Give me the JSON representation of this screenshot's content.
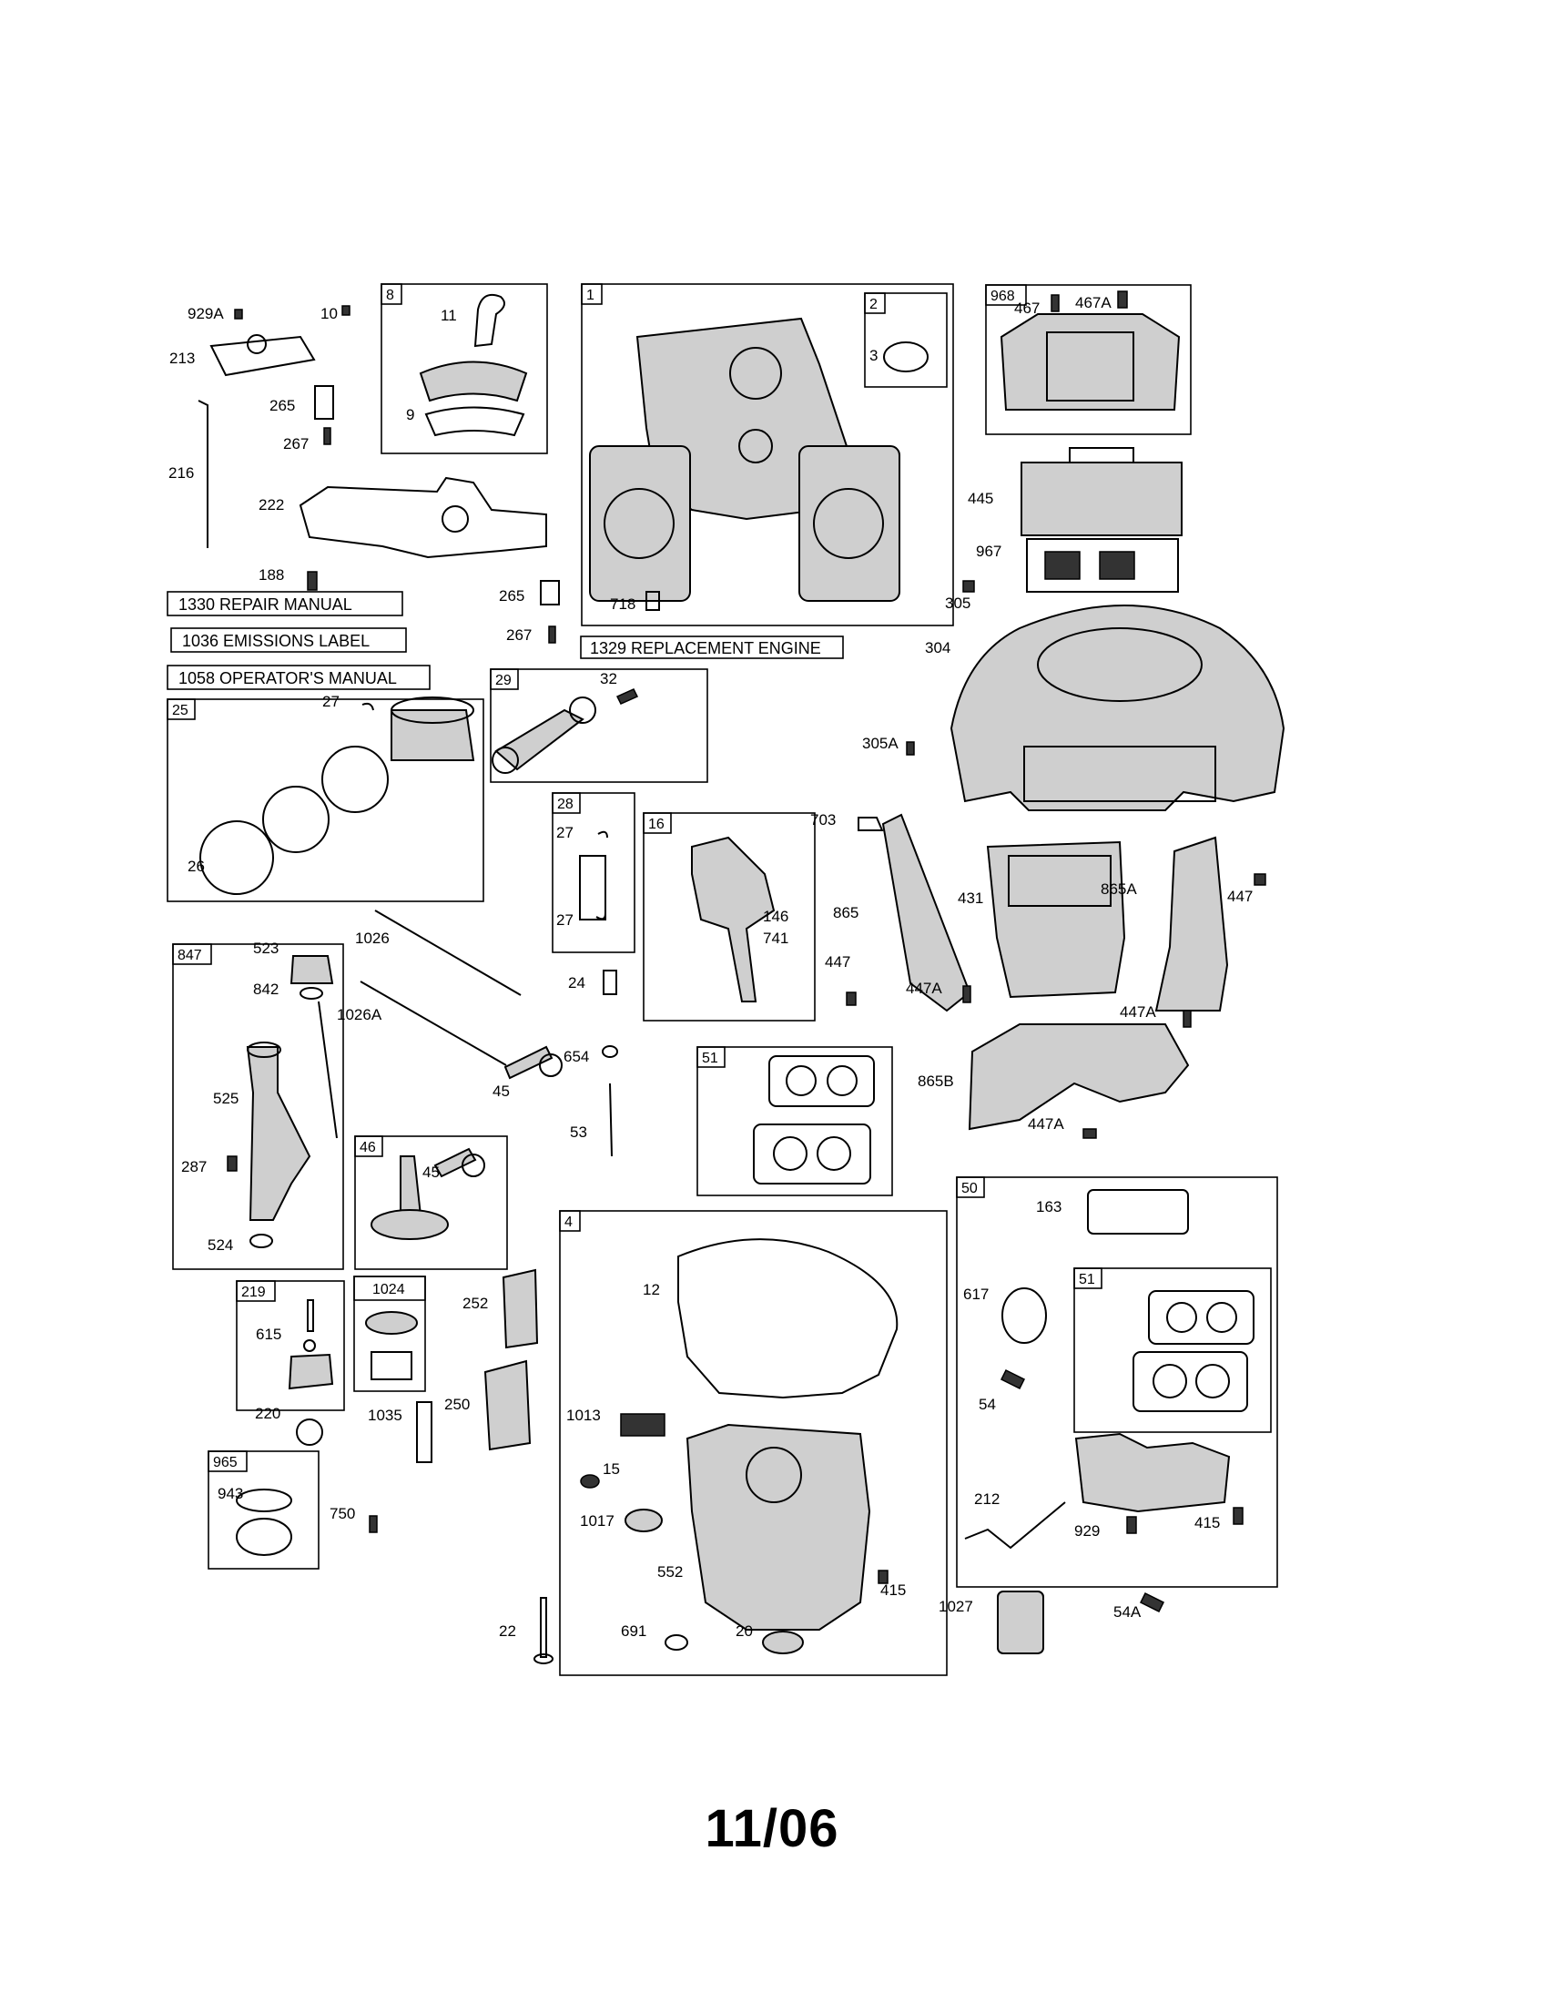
{
  "footer": {
    "code": "11/06"
  },
  "documents": {
    "repair_manual": "1330 REPAIR MANUAL",
    "emissions_label": "1036 EMISSIONS LABEL",
    "operators_manual": "1058 OPERATOR'S MANUAL",
    "replacement_engine": "1329 REPLACEMENT ENGINE"
  },
  "groups": {
    "g8": "8",
    "g1": "1",
    "g2": "2",
    "g968": "968",
    "g25": "25",
    "g29": "29",
    "g28": "28",
    "g16": "16",
    "g847": "847",
    "g46": "46",
    "g51a": "51",
    "g4": "4",
    "g50": "50",
    "g51b": "51",
    "g219": "219",
    "g1024": "1024",
    "g965": "965"
  },
  "labels": {
    "p929A": "929A",
    "p10": "10",
    "p213": "213",
    "p265a": "265",
    "p267a": "267",
    "p216": "216",
    "p222": "222",
    "p188": "188",
    "p11": "11",
    "p9": "9",
    "p3": "3",
    "p718": "718",
    "p265b": "265",
    "p267b": "267",
    "p467": "467",
    "p467A": "467A",
    "p445": "445",
    "p967": "967",
    "p305": "305",
    "p304": "304",
    "p305A": "305A",
    "p27a": "27",
    "p26": "26",
    "p32": "32",
    "p27b": "27",
    "p27c": "27",
    "p703": "703",
    "p146": "146",
    "p741": "741",
    "p865": "865",
    "p431": "431",
    "p865A": "865A",
    "p447a": "447",
    "p447b": "447",
    "p447Aa": "447A",
    "p447Ab": "447A",
    "p447Ac": "447A",
    "p865B": "865B",
    "p1026": "1026",
    "p1026A": "1026A",
    "p523": "523",
    "p842": "842",
    "p525": "525",
    "p287": "287",
    "p524": "524",
    "p24": "24",
    "p654": "654",
    "p45a": "45",
    "p53": "53",
    "p45b": "45",
    "p163": "163",
    "p617": "617",
    "p54": "54",
    "p12": "12",
    "p252": "252",
    "p615": "615",
    "p220": "220",
    "p1035": "1035",
    "p250": "250",
    "p1013": "1013",
    "p15": "15",
    "p1017": "1017",
    "p552": "552",
    "p415a": "415",
    "p212": "212",
    "p929": "929",
    "p415b": "415",
    "p943": "943",
    "p750": "750",
    "p22": "22",
    "p691": "691",
    "p20": "20",
    "p1027": "1027",
    "p54A": "54A"
  }
}
